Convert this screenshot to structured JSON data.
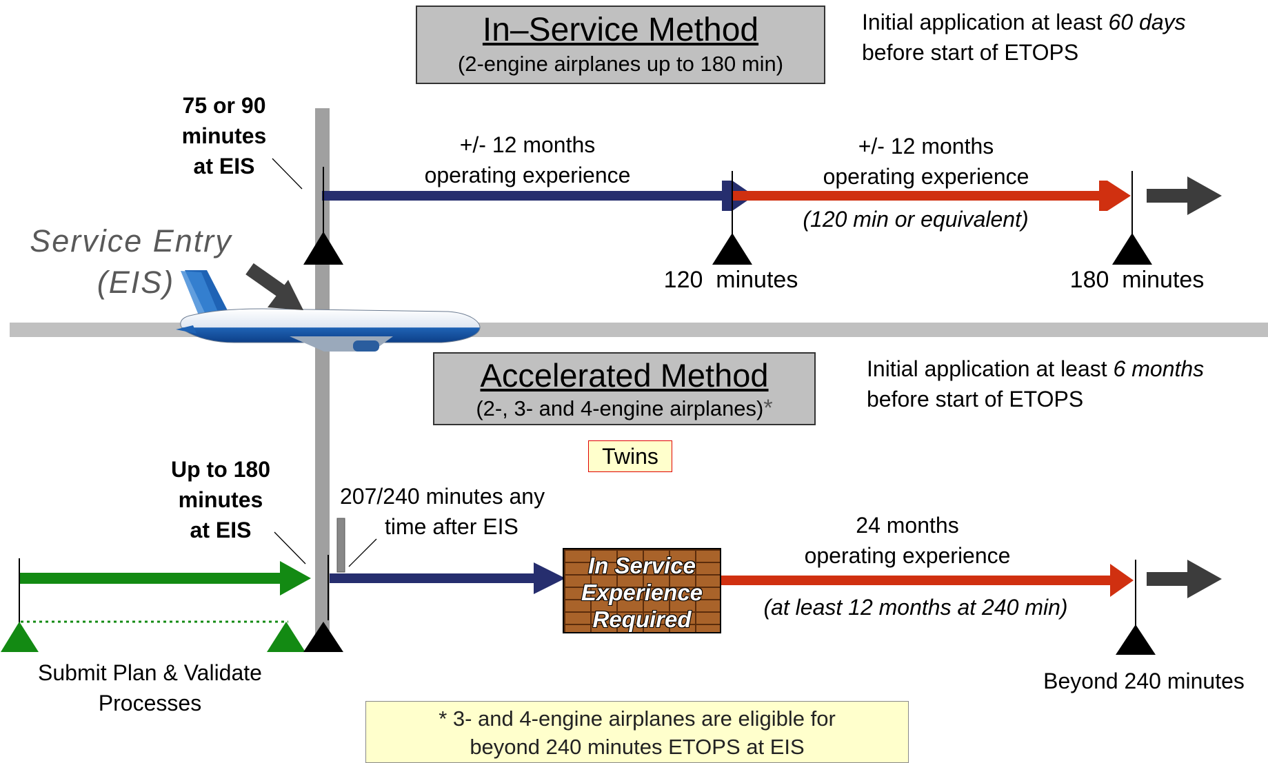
{
  "in_service": {
    "title": "In–Service Method",
    "subtitle": "(2-engine airplanes up to 180 min)",
    "application_prefix": "Initial application at least ",
    "application_emphasis": "60 days",
    "application_line2": "before start of ETOPS",
    "eis_label": [
      "75 or 90",
      "minutes",
      "at EIS"
    ],
    "phase1": [
      "+/- 12 months",
      "operating experience"
    ],
    "phase2": [
      "+/- 12 months",
      "operating experience"
    ],
    "phase2_note": "(120 min or equivalent)",
    "milestone_1": "120  minutes",
    "milestone_2": "180  minutes"
  },
  "service_entry": {
    "line1": "Service Entry",
    "line2": "(EIS)"
  },
  "accelerated": {
    "title": "Accelerated Method",
    "subtitle": "(2-, 3- and 4-engine airplanes)",
    "asterisk": "*",
    "application_prefix": "Initial application at least ",
    "application_emphasis": "6 months",
    "application_line2": "before start of ETOPS",
    "twins_label": "Twins",
    "eis_label": [
      "Up to 180",
      "minutes",
      "at EIS"
    ],
    "any_time_note": [
      "207/240 minutes any",
      "time after EIS"
    ],
    "brick_wall": [
      "In Service",
      "Experience",
      "Required"
    ],
    "phase": [
      "24 months",
      "operating experience"
    ],
    "phase_note": "(at least 12 months at 240 min)",
    "submit_label": [
      "Submit Plan & Validate",
      "Processes"
    ],
    "milestone_final": "Beyond 240 minutes"
  },
  "footnote": [
    "* 3- and 4-engine airplanes are eligible for",
    "beyond 240 minutes ETOPS at EIS"
  ],
  "colors": {
    "navy_arrow": "#262e6e",
    "red_arrow": "#d03010",
    "green_arrow": "#138a13",
    "dark_arrow": "#3c3c3c",
    "timeline_gray": "#c0c0c0",
    "eis_gray": "#a0a0a0",
    "box_gray": "#c0c0c0",
    "note_yellow": "#ffffcc",
    "brick": "#a9632a"
  },
  "icons": [
    "airplane-icon",
    "triangle-milestone-icon",
    "arrow-icon"
  ]
}
